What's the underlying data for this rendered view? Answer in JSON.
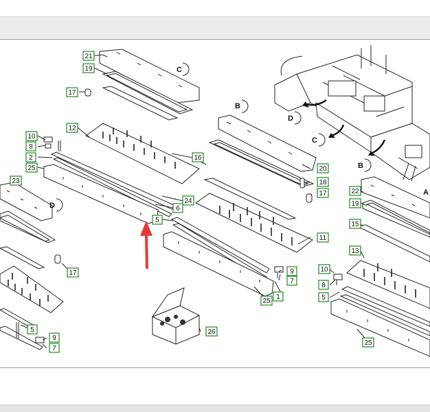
{
  "diagram": {
    "callouts": [
      "21",
      "19",
      "17",
      "12",
      "10",
      "8",
      "2",
      "25",
      "16",
      "23",
      "24",
      "6",
      "5",
      "20",
      "18",
      "17",
      "11",
      "22",
      "19",
      "15",
      "13",
      "10",
      "8",
      "5",
      "9",
      "7",
      "1",
      "25",
      "17",
      "5",
      "9",
      "7",
      "26",
      "25"
    ],
    "view_refs": [
      "C",
      "B",
      "D",
      "C",
      "B",
      "D",
      "A"
    ]
  }
}
